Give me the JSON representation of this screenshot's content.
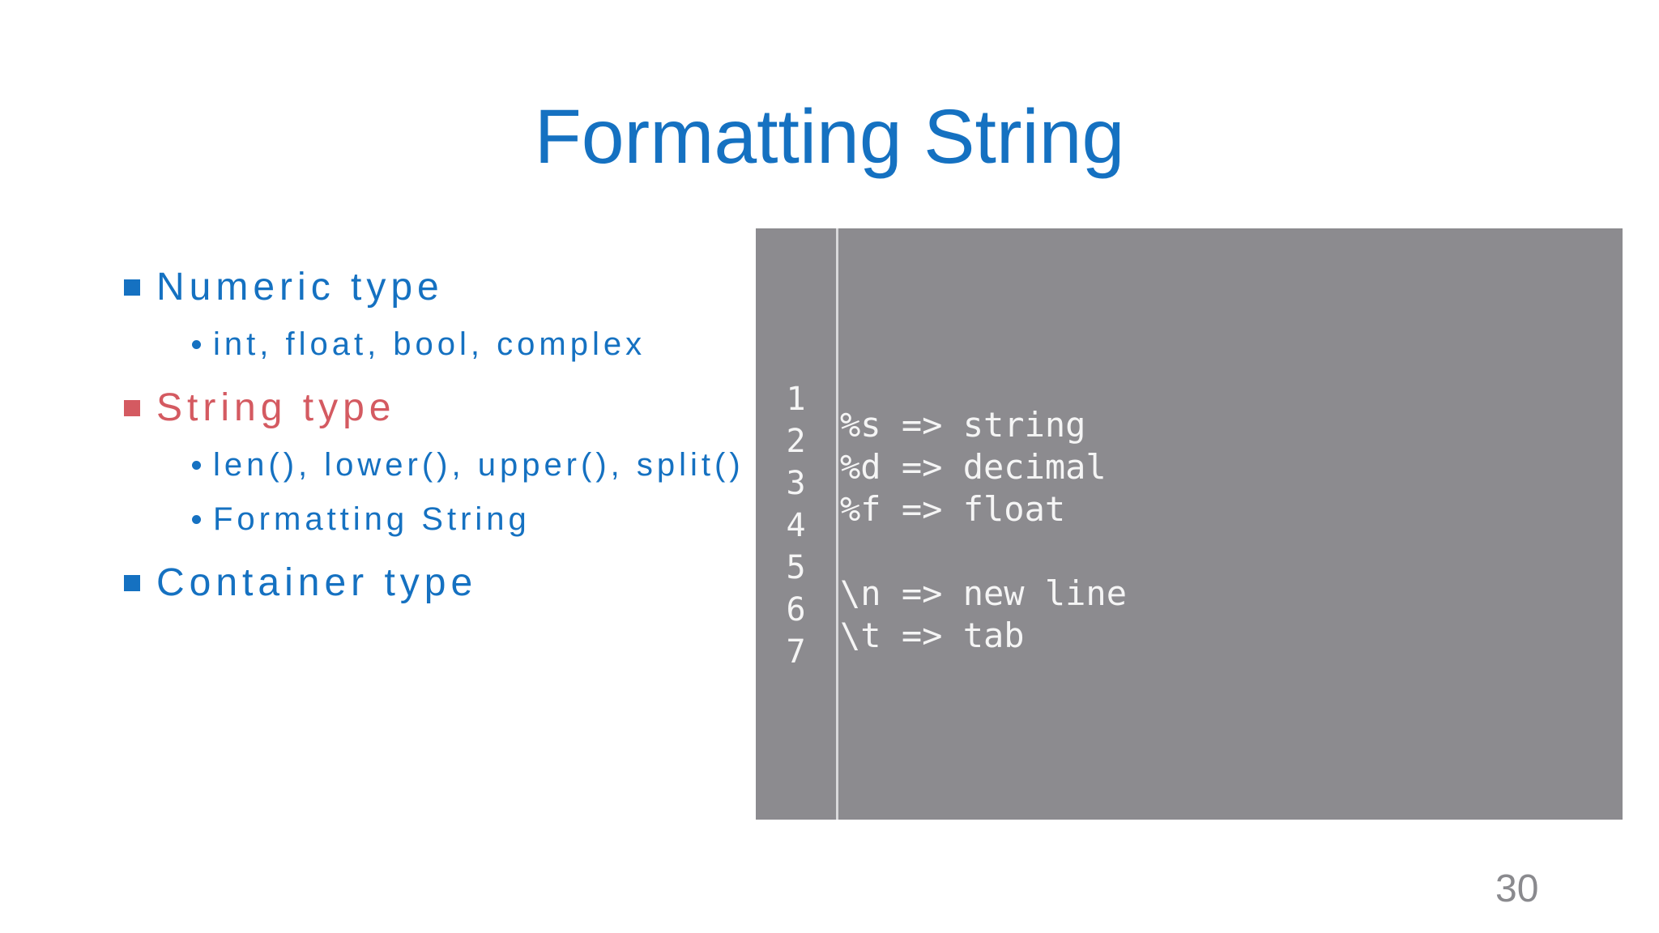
{
  "slide": {
    "title": "Formatting String",
    "page_number": "30"
  },
  "colors": {
    "blue": "#1571C1",
    "red": "#D45A61",
    "code_bg": "#8C8B8F",
    "code_text": "#F5F5F5",
    "separator": "#D8D8DA",
    "pagenum": "#8A8A8E"
  },
  "bullets": [
    {
      "level": 1,
      "color": "blue",
      "text": "Numeric type"
    },
    {
      "level": 2,
      "color": "blue",
      "text": "int, float, bool, complex"
    },
    {
      "level": 1,
      "color": "red",
      "text": "String type"
    },
    {
      "level": 2,
      "color": "blue",
      "text": "len(), lower(), upper(), split()"
    },
    {
      "level": 2,
      "color": "blue",
      "text": "Formatting String"
    },
    {
      "level": 1,
      "color": "blue",
      "text": "Container type"
    }
  ],
  "code": {
    "line_numbers": [
      "1",
      "2",
      "3",
      "4",
      "5",
      "6",
      "7"
    ],
    "lines": [
      "%s => string",
      "%d => decimal",
      "%f => float",
      "",
      "\\n => new line",
      "\\t => tab"
    ]
  }
}
